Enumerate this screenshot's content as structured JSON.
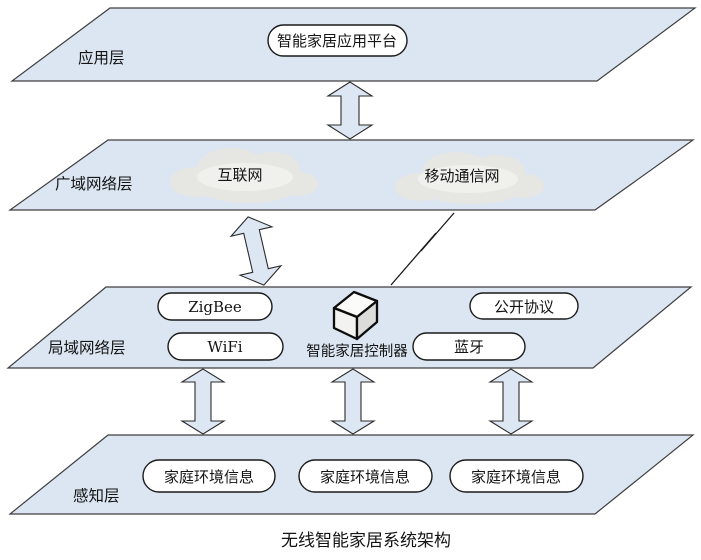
{
  "title": "无线智能家居系统架构",
  "layers": {
    "application": {
      "label": "应用层"
    },
    "wan": {
      "label": "广域网络层"
    },
    "lan": {
      "label": "局域网络层"
    },
    "perception": {
      "label": "感知层"
    }
  },
  "nodes": {
    "app_platform": "智能家居应用平台",
    "internet": "互联网",
    "mobile_network": "移动通信网",
    "zigbee": "ZigBee",
    "wifi": "WiFi",
    "open_protocol": "公开协议",
    "bluetooth": "蓝牙",
    "controller": "智能家居控制器",
    "home_env_1": "家庭环境信息",
    "home_env_2": "家庭环境信息",
    "home_env_3": "家庭环境信息"
  },
  "colors": {
    "layer_fill": "#dce6f2",
    "node_fill": "#ffffff",
    "arrow_fill": "#dde7f3",
    "cloud_fill": "#e6e6e2"
  }
}
